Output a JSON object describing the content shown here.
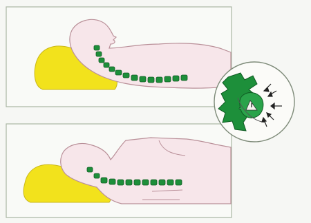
{
  "figure": {
    "panels": [
      {
        "id": "top",
        "position": "upper",
        "pillow_shape": "contoured-rounded",
        "spine_state": "curved-downward"
      },
      {
        "id": "bottom",
        "position": "lower",
        "pillow_shape": "contoured-low",
        "spine_state": "straight-aligned"
      }
    ],
    "inset": {
      "content": "vertebra-cross-section",
      "indicators": "compression-arrows"
    },
    "colors": {
      "background": "#f6f7f4",
      "panel_border": "#a9b6a3",
      "pillow_yellow": "#f2e21c",
      "pillow_shadow": "#d8c514",
      "skin": "#f7e6ea",
      "skin_outline": "#b98f98",
      "spine_green": "#1d8f3a",
      "spine_dark": "#0f5a22",
      "inset_bg": "#fbfbf8",
      "arrow": "#222222"
    }
  }
}
